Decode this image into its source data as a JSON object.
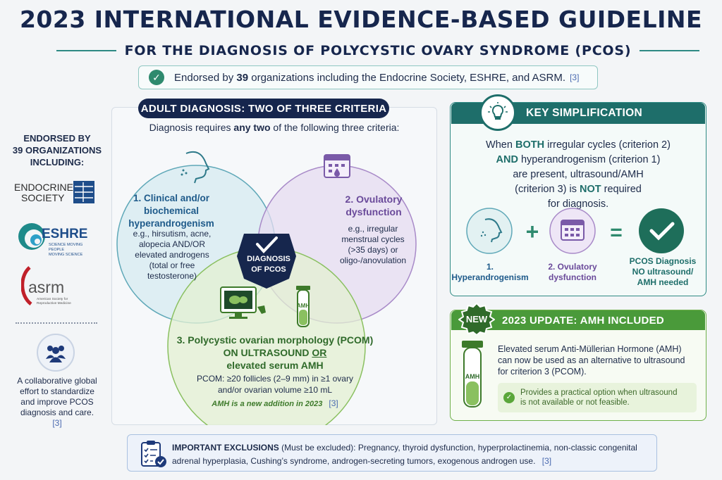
{
  "header": {
    "title": "2023 INTERNATIONAL EVIDENCE-BASED GUIDELINE",
    "subtitle": "FOR THE DIAGNOSIS OF POLYCYSTIC OVARY SYNDROME (PCOS)"
  },
  "endorsement": {
    "prefix": "Endorsed by ",
    "count": "39",
    "middle": " organizations including the ",
    "orgs": "Endocrine Society, ESHRE, and ASRM.",
    "cite": "[3]"
  },
  "sidebar": {
    "heading_1": "ENDORSED BY",
    "heading_2": "39 ORGANIZATIONS",
    "heading_3": "INCLUDING:",
    "logo_endo_1": "ENDOCRINE",
    "logo_endo_2": "SOCIETY",
    "logo_eshre": "ESHRE",
    "logo_eshre_tag_1": "SCIENCE MOVING",
    "logo_eshre_tag_2": "PEOPLE",
    "logo_eshre_tag_3": "MOVING SCIENCE",
    "logo_asrm": "asrm",
    "logo_asrm_tag_1": "American Society for",
    "logo_asrm_tag_2": "Reproductive Medicine",
    "note_1": "A collaborative global",
    "note_2": "effort to standardize",
    "note_3": "and improve PCOS",
    "note_4": "diagnosis and care.",
    "note_cite": "[3]"
  },
  "venn": {
    "banner": "ADULT DIAGNOSIS: TWO OF THREE CRITERIA",
    "intro_pre": "Diagnosis requires ",
    "intro_bold": "any two",
    "intro_post": " of the following three criteria:",
    "c1_title_1": "1. Clinical and/or",
    "c1_title_2": "biochemical",
    "c1_title_3": "hyperandrogenism",
    "c1_body_1": "e.g., hirsutism, acne,",
    "c1_body_2": "alopecia AND/OR",
    "c1_body_3": "elevated androgens",
    "c1_body_4": "(total or free",
    "c1_body_5": "testosterone)",
    "c2_title_1": "2. Ovulatory",
    "c2_title_2": "dysfunction",
    "c2_body_1": "e.g., irregular",
    "c2_body_2": "menstrual cycles",
    "c2_body_3": "(>35 days) or",
    "c2_body_4": "oligo-/anovulation",
    "c3_title_1": "3. Polycystic ovarian morphology (PCOM)",
    "c3_title_2a": "ON ULTRASOUND ",
    "c3_title_2b": "OR",
    "c3_title_3": "elevated serum AMH",
    "c3_body_1": "PCOM: ≥20 follicles (2–9 mm) in ≥1 ovary",
    "c3_body_2": "and/or ovarian volume ≥10 mL",
    "c3_note": "AMH is a new addition in 2023",
    "c3_cite": "[3]",
    "center_1": "DIAGNOSIS",
    "center_2": "OF PCOS",
    "tube_label": "AMH"
  },
  "key_simplification": {
    "heading": "KEY SIMPLIFICATION",
    "l1_pre": "When ",
    "l1_bold": "BOTH",
    "l1_post": " irregular cycles (criterion 2)",
    "l2_bold": "AND",
    "l2_post": " hyperandrogenism (criterion 1)",
    "l3": "are present, ultrasound/AMH",
    "l4_pre": "(criterion 3) is ",
    "l4_bold": "NOT",
    "l4_post": " required",
    "l5": "for diagnosis.",
    "label_1": "1. Hyperandrogenism",
    "label_2_1": "2. Ovulatory",
    "label_2_2": "dysfunction",
    "label_3_1": "PCOS Diagnosis",
    "label_3_2": "NO ultrasound/",
    "label_3_3": "AMH needed",
    "plus": "+",
    "equals": "="
  },
  "update": {
    "badge": "NEW",
    "heading": "2023 UPDATE: AMH INCLUDED",
    "text_1": "Elevated serum Anti-Müllerian Hormone (AMH)",
    "text_2": "can now be used as an alternative to ultrasound",
    "text_3": "for criterion 3 (PCOM).",
    "note_1": "Provides a practical option when ultrasound",
    "note_2": "is not available or not feasible.",
    "tube_label": "AMH"
  },
  "exclusions": {
    "title": "IMPORTANT EXCLUSIONS",
    "qualifier": " (Must be excluded): ",
    "line_1": "Pregnancy, thyroid dysfunction, hyperprolactinemia, non-classic congenital",
    "line_2": "adrenal hyperplasia, Cushing’s syndrome, androgen-secreting tumors, exogenous androgen use.",
    "cite": "[3]"
  },
  "colors": {
    "navy": "#16264d",
    "teal": "#2e8a84",
    "purple": "#8a6ab8",
    "green": "#6fb04a"
  }
}
